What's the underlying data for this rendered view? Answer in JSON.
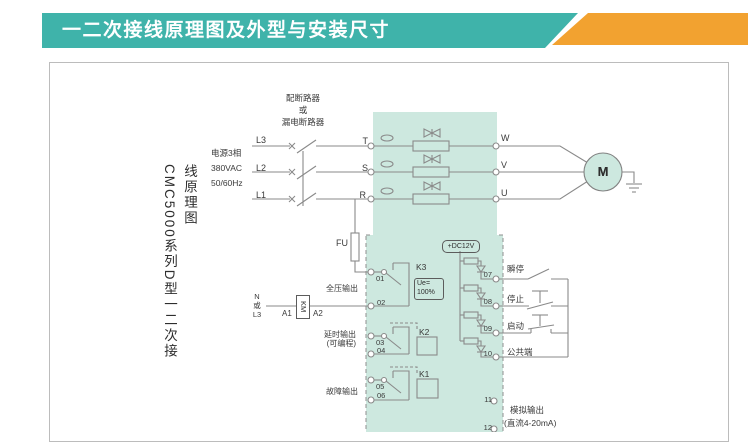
{
  "banner": {
    "title": "一二次接线原理图及外型与安装尺寸"
  },
  "side_title": "CMC5000系列D型一二次接线原理图",
  "breaker": [
    "配断路器",
    "或",
    "漏电断路器"
  ],
  "power": [
    "电源3相",
    "380VAC",
    "50/60Hz"
  ],
  "phase_inputs": [
    "L3",
    "L2",
    "L1"
  ],
  "in_terminals": [
    "T",
    "S",
    "R"
  ],
  "out_terminals": [
    "W",
    "V",
    "U"
  ],
  "motor_label": "M",
  "fuse_label": "FU",
  "neutral": [
    "N",
    "或",
    "L3"
  ],
  "km": {
    "a1": "A1",
    "coil": "KM",
    "a2": "A2"
  },
  "outputs": {
    "full": "全压输出",
    "delay1": "延时输出",
    "delay2": "(可编程)",
    "fault": "故障输出"
  },
  "relays": {
    "k3": "K3",
    "ue1": "Ue=",
    "ue2": "100%",
    "k2": "K2",
    "k1": "K1"
  },
  "dc_supply": "+DC12V",
  "left_terminals": [
    "01",
    "02",
    "03",
    "04",
    "05",
    "06"
  ],
  "right_terminals": [
    "07",
    "08",
    "09",
    "10",
    "11",
    "12"
  ],
  "controls": {
    "inst_stop": "瞬停",
    "stop": "停止",
    "start": "启动",
    "common": "公共端"
  },
  "analog": [
    "模拟输出",
    "(直流4-20mA)"
  ],
  "colors": {
    "banner_teal": "#3fb3aa",
    "banner_orange": "#f2a230",
    "box_green": "#cde8df",
    "wire_gray": "#8a8a8a"
  }
}
